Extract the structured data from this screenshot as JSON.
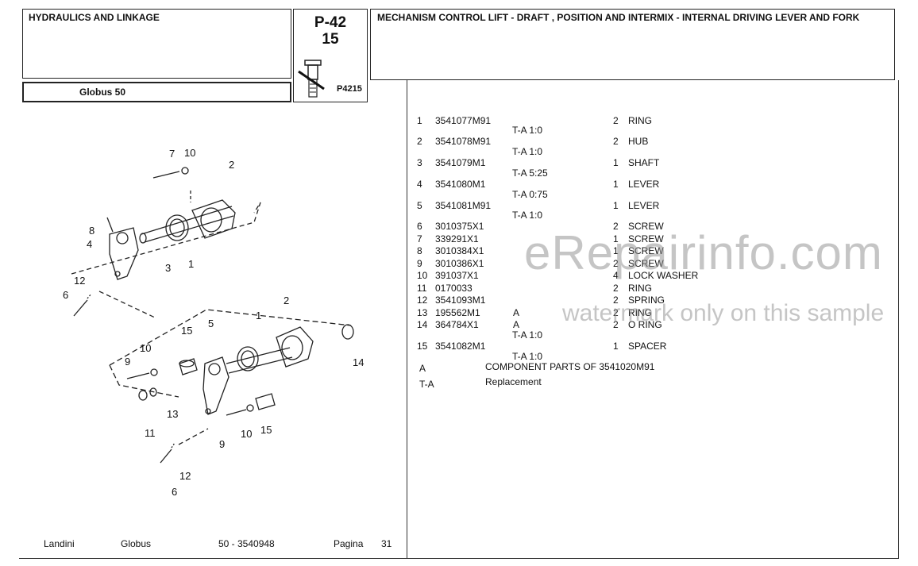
{
  "header": {
    "section_title": "HYDRAULICS AND LINKAGE",
    "model": "Globus 50",
    "page_code": "P-42",
    "page_sub": "15",
    "illustration_code": "P4215",
    "description": "MECHANISM CONTROL LIFT - DRAFT , POSITION AND INTERMIX - INTERNAL DRIVING LEVER AND FORK"
  },
  "parts": [
    {
      "no": "1",
      "part": "3541077M91",
      "flag": "",
      "qty": "2",
      "desc": "RING",
      "sub": "T-A 1:0"
    },
    {
      "no": "2",
      "part": "3541078M91",
      "flag": "",
      "qty": "2",
      "desc": "HUB",
      "sub": "T-A 1:0"
    },
    {
      "no": "3",
      "part": "3541079M1",
      "flag": "",
      "qty": "1",
      "desc": "SHAFT",
      "sub": "T-A 5:25"
    },
    {
      "no": "4",
      "part": "3541080M1",
      "flag": "",
      "qty": "1",
      "desc": "LEVER",
      "sub": "T-A 0:75"
    },
    {
      "no": "5",
      "part": "3541081M91",
      "flag": "",
      "qty": "1",
      "desc": "LEVER",
      "sub": "T-A 1:0"
    },
    {
      "no": "6",
      "part": "3010375X1",
      "flag": "",
      "qty": "2",
      "desc": "SCREW",
      "sub": ""
    },
    {
      "no": "7",
      "part": "339291X1",
      "flag": "",
      "qty": "1",
      "desc": "SCREW",
      "sub": ""
    },
    {
      "no": "8",
      "part": "3010384X1",
      "flag": "",
      "qty": "1",
      "desc": "SCREW",
      "sub": ""
    },
    {
      "no": "9",
      "part": "3010386X1",
      "flag": "",
      "qty": "2",
      "desc": "SCREW",
      "sub": ""
    },
    {
      "no": "10",
      "part": "391037X1",
      "flag": "",
      "qty": "4",
      "desc": "LOCK WASHER",
      "sub": ""
    },
    {
      "no": "11",
      "part": "0170033",
      "flag": "",
      "qty": "2",
      "desc": "RING",
      "sub": ""
    },
    {
      "no": "12",
      "part": "3541093M1",
      "flag": "",
      "qty": "2",
      "desc": "SPRING",
      "sub": ""
    },
    {
      "no": "13",
      "part": "195562M1",
      "flag": "A",
      "qty": "2",
      "desc": "RING",
      "sub": ""
    },
    {
      "no": "14",
      "part": "364784X1",
      "flag": "A",
      "qty": "2",
      "desc": "O RING",
      "sub": "T-A 1:0"
    },
    {
      "no": "15",
      "part": "3541082M1",
      "flag": "",
      "qty": "1",
      "desc": "SPACER",
      "sub": "T-A 1:0"
    }
  ],
  "legend": [
    {
      "key": "A",
      "text": "COMPONENT PARTS OF 3541020M91"
    },
    {
      "key": "T-A",
      "text": "Replacement"
    }
  ],
  "footer": {
    "brand": "Landini",
    "series": "Globus",
    "ref": "50 - 3540948",
    "page_label": "Pagina",
    "page_num": "31"
  },
  "watermark": {
    "site": "eRepairinfo.com",
    "note": "watermark only on this sample"
  },
  "diagram_labels": [
    "7",
    "10",
    "2",
    "8",
    "4",
    "3",
    "1",
    "12",
    "6",
    "2",
    "1",
    "5",
    "15",
    "10",
    "14",
    "9",
    "13",
    "11",
    "10",
    "15",
    "9",
    "12",
    "6"
  ]
}
